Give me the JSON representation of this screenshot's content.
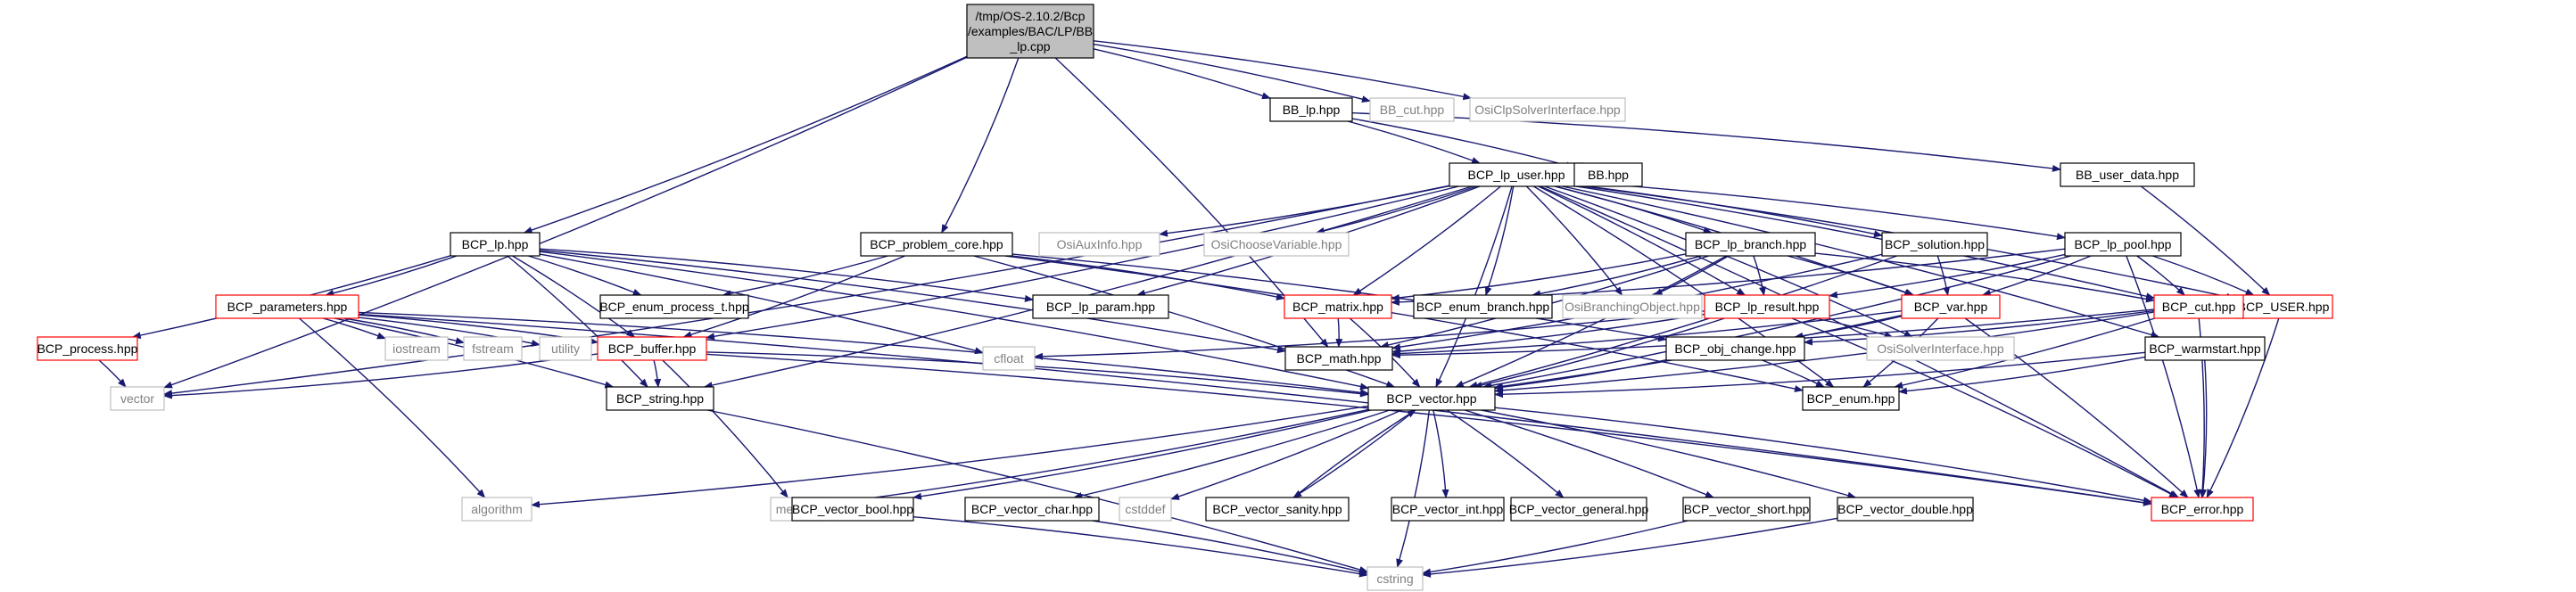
{
  "graph": {
    "colors": {
      "edge": "#191970",
      "normal_border": "#000000",
      "link_border": "#ff0000",
      "external_border": "#bfbfbf",
      "external_text": "#808080",
      "root_fill": "#bfbfbf",
      "fill": "#ffffff"
    },
    "nodes": [
      {
        "id": "root",
        "lines": [
          "/tmp/OS-2.10.2/Bcp",
          "/examples/BAC/LP/BB",
          "_lp.cpp"
        ],
        "kind": "root"
      },
      {
        "id": "bb_lp",
        "lines": [
          "BB_lp.hpp"
        ],
        "kind": "normal"
      },
      {
        "id": "bb_cut",
        "lines": [
          "BB_cut.hpp"
        ],
        "kind": "external"
      },
      {
        "id": "osiclp",
        "lines": [
          "OsiClpSolverInterface.hpp"
        ],
        "kind": "external"
      },
      {
        "id": "lp_user",
        "lines": [
          "BCP_lp_user.hpp"
        ],
        "kind": "normal"
      },
      {
        "id": "bb",
        "lines": [
          "BB.hpp"
        ],
        "kind": "normal"
      },
      {
        "id": "bb_user_data",
        "lines": [
          "BB_user_data.hpp"
        ],
        "kind": "normal"
      },
      {
        "id": "bcp_lp",
        "lines": [
          "BCP_lp.hpp"
        ],
        "kind": "normal"
      },
      {
        "id": "problem_core",
        "lines": [
          "BCP_problem_core.hpp"
        ],
        "kind": "normal"
      },
      {
        "id": "osiauxinfo",
        "lines": [
          "OsiAuxInfo.hpp"
        ],
        "kind": "external"
      },
      {
        "id": "osichoose",
        "lines": [
          "OsiChooseVariable.hpp"
        ],
        "kind": "external"
      },
      {
        "id": "lp_branch",
        "lines": [
          "BCP_lp_branch.hpp"
        ],
        "kind": "normal"
      },
      {
        "id": "solution",
        "lines": [
          "BCP_solution.hpp"
        ],
        "kind": "normal"
      },
      {
        "id": "lp_pool",
        "lines": [
          "BCP_lp_pool.hpp"
        ],
        "kind": "normal"
      },
      {
        "id": "bcp_user",
        "lines": [
          "BCP_USER.hpp"
        ],
        "kind": "link"
      },
      {
        "id": "parameters",
        "lines": [
          "BCP_parameters.hpp"
        ],
        "kind": "link"
      },
      {
        "id": "enum_process",
        "lines": [
          "BCP_enum_process_t.hpp"
        ],
        "kind": "normal"
      },
      {
        "id": "lp_param",
        "lines": [
          "BCP_lp_param.hpp"
        ],
        "kind": "normal"
      },
      {
        "id": "matrix",
        "lines": [
          "BCP_matrix.hpp"
        ],
        "kind": "link"
      },
      {
        "id": "enum_branch",
        "lines": [
          "BCP_enum_branch.hpp"
        ],
        "kind": "normal"
      },
      {
        "id": "osibranching",
        "lines": [
          "OsiBranchingObject.hpp"
        ],
        "kind": "external"
      },
      {
        "id": "lp_result",
        "lines": [
          "BCP_lp_result.hpp"
        ],
        "kind": "link"
      },
      {
        "id": "var",
        "lines": [
          "BCP_var.hpp"
        ],
        "kind": "link"
      },
      {
        "id": "cut",
        "lines": [
          "BCP_cut.hpp"
        ],
        "kind": "link"
      },
      {
        "id": "process",
        "lines": [
          "BCP_process.hpp"
        ],
        "kind": "link"
      },
      {
        "id": "iostream",
        "lines": [
          "iostream"
        ],
        "kind": "external"
      },
      {
        "id": "fstream",
        "lines": [
          "fstream"
        ],
        "kind": "external"
      },
      {
        "id": "utility",
        "lines": [
          "utility"
        ],
        "kind": "external"
      },
      {
        "id": "buffer",
        "lines": [
          "BCP_buffer.hpp"
        ],
        "kind": "link"
      },
      {
        "id": "cfloat",
        "lines": [
          "cfloat"
        ],
        "kind": "external"
      },
      {
        "id": "math",
        "lines": [
          "BCP_math.hpp"
        ],
        "kind": "normal"
      },
      {
        "id": "obj_change",
        "lines": [
          "BCP_obj_change.hpp"
        ],
        "kind": "normal"
      },
      {
        "id": "osisolver",
        "lines": [
          "OsiSolverInterface.hpp"
        ],
        "kind": "external"
      },
      {
        "id": "warmstart",
        "lines": [
          "BCP_warmstart.hpp"
        ],
        "kind": "normal"
      },
      {
        "id": "vector",
        "lines": [
          "vector"
        ],
        "kind": "external"
      },
      {
        "id": "string",
        "lines": [
          "BCP_string.hpp"
        ],
        "kind": "normal"
      },
      {
        "id": "bcp_vector",
        "lines": [
          "BCP_vector.hpp"
        ],
        "kind": "normal"
      },
      {
        "id": "enum",
        "lines": [
          "BCP_enum.hpp"
        ],
        "kind": "normal"
      },
      {
        "id": "algorithm",
        "lines": [
          "algorithm"
        ],
        "kind": "external"
      },
      {
        "id": "memory",
        "lines": [
          "memory"
        ],
        "kind": "external"
      },
      {
        "id": "vec_bool",
        "lines": [
          "BCP_vector_bool.hpp"
        ],
        "kind": "normal"
      },
      {
        "id": "vec_char",
        "lines": [
          "BCP_vector_char.hpp"
        ],
        "kind": "normal"
      },
      {
        "id": "cstddef",
        "lines": [
          "cstddef"
        ],
        "kind": "external"
      },
      {
        "id": "vec_sanity",
        "lines": [
          "BCP_vector_sanity.hpp"
        ],
        "kind": "normal"
      },
      {
        "id": "vec_int",
        "lines": [
          "BCP_vector_int.hpp"
        ],
        "kind": "normal"
      },
      {
        "id": "vec_general",
        "lines": [
          "BCP_vector_general.hpp"
        ],
        "kind": "normal"
      },
      {
        "id": "vec_short",
        "lines": [
          "BCP_vector_short.hpp"
        ],
        "kind": "normal"
      },
      {
        "id": "vec_double",
        "lines": [
          "BCP_vector_double.hpp"
        ],
        "kind": "normal"
      },
      {
        "id": "error",
        "lines": [
          "BCP_error.hpp"
        ],
        "kind": "link"
      },
      {
        "id": "cstring",
        "lines": [
          "cstring"
        ],
        "kind": "external"
      }
    ],
    "edges": [
      [
        "root",
        "bb_lp"
      ],
      [
        "root",
        "bb_cut"
      ],
      [
        "root",
        "osiclp"
      ],
      [
        "root",
        "bcp_lp"
      ],
      [
        "root",
        "problem_core"
      ],
      [
        "root",
        "vector"
      ],
      [
        "root",
        "math"
      ],
      [
        "bb_lp",
        "lp_user"
      ],
      [
        "bb_lp",
        "bb"
      ],
      [
        "bb_lp",
        "bb_user_data"
      ],
      [
        "bb_user_data",
        "bcp_user"
      ],
      [
        "lp_user",
        "osiauxinfo"
      ],
      [
        "lp_user",
        "osichoose"
      ],
      [
        "lp_user",
        "lp_branch"
      ],
      [
        "lp_user",
        "solution"
      ],
      [
        "lp_user",
        "lp_pool"
      ],
      [
        "lp_user",
        "bcp_user"
      ],
      [
        "lp_user",
        "vector"
      ],
      [
        "lp_user",
        "lp_param"
      ],
      [
        "lp_user",
        "matrix"
      ],
      [
        "lp_user",
        "enum_branch"
      ],
      [
        "lp_user",
        "osibranching"
      ],
      [
        "lp_user",
        "lp_result"
      ],
      [
        "lp_user",
        "var"
      ],
      [
        "lp_user",
        "cut"
      ],
      [
        "lp_user",
        "buffer"
      ],
      [
        "lp_user",
        "string"
      ],
      [
        "lp_user",
        "bcp_vector"
      ],
      [
        "lp_user",
        "warmstart"
      ],
      [
        "lp_user",
        "osisolver"
      ],
      [
        "lp_user",
        "enum"
      ],
      [
        "lp_user",
        "error"
      ],
      [
        "bcp_lp",
        "process"
      ],
      [
        "bcp_lp",
        "parameters"
      ],
      [
        "bcp_lp",
        "enum_process"
      ],
      [
        "bcp_lp",
        "lp_param"
      ],
      [
        "bcp_lp",
        "buffer"
      ],
      [
        "bcp_lp",
        "string"
      ],
      [
        "bcp_lp",
        "bcp_vector"
      ],
      [
        "bcp_lp",
        "cfloat"
      ],
      [
        "bcp_lp",
        "math"
      ],
      [
        "problem_core",
        "enum_process"
      ],
      [
        "problem_core",
        "matrix"
      ],
      [
        "problem_core",
        "buffer"
      ],
      [
        "problem_core",
        "bcp_vector"
      ],
      [
        "problem_core",
        "enum"
      ],
      [
        "problem_core",
        "obj_change"
      ],
      [
        "parameters",
        "iostream"
      ],
      [
        "parameters",
        "fstream"
      ],
      [
        "parameters",
        "utility"
      ],
      [
        "parameters",
        "algorithm"
      ],
      [
        "parameters",
        "buffer"
      ],
      [
        "parameters",
        "string"
      ],
      [
        "parameters",
        "bcp_vector"
      ],
      [
        "parameters",
        "error"
      ],
      [
        "process",
        "vector"
      ],
      [
        "lp_branch",
        "matrix"
      ],
      [
        "lp_branch",
        "enum_branch"
      ],
      [
        "lp_branch",
        "osibranching"
      ],
      [
        "lp_branch",
        "lp_result"
      ],
      [
        "lp_branch",
        "var"
      ],
      [
        "lp_branch",
        "cut"
      ],
      [
        "lp_branch",
        "bcp_vector"
      ],
      [
        "lp_branch",
        "math"
      ],
      [
        "solution",
        "var"
      ],
      [
        "solution",
        "bcp_vector"
      ],
      [
        "solution",
        "math"
      ],
      [
        "lp_pool",
        "matrix"
      ],
      [
        "lp_pool",
        "lp_result"
      ],
      [
        "lp_pool",
        "var"
      ],
      [
        "lp_pool",
        "cut"
      ],
      [
        "lp_pool",
        "bcp_vector"
      ],
      [
        "lp_pool",
        "error"
      ],
      [
        "lp_pool",
        "bcp_user"
      ],
      [
        "bcp_user",
        "error"
      ],
      [
        "matrix",
        "math"
      ],
      [
        "matrix",
        "bcp_vector"
      ],
      [
        "lp_result",
        "cfloat"
      ],
      [
        "lp_result",
        "math"
      ],
      [
        "lp_result",
        "osisolver"
      ],
      [
        "lp_result",
        "bcp_vector"
      ],
      [
        "lp_result",
        "error"
      ],
      [
        "var",
        "math"
      ],
      [
        "var",
        "obj_change"
      ],
      [
        "var",
        "bcp_vector"
      ],
      [
        "var",
        "enum"
      ],
      [
        "var",
        "error"
      ],
      [
        "cut",
        "math"
      ],
      [
        "cut",
        "obj_change"
      ],
      [
        "cut",
        "bcp_vector"
      ],
      [
        "cut",
        "enum"
      ],
      [
        "cut",
        "error"
      ],
      [
        "obj_change",
        "bcp_vector"
      ],
      [
        "obj_change",
        "enum"
      ],
      [
        "warmstart",
        "bcp_vector"
      ],
      [
        "warmstart",
        "enum"
      ],
      [
        "warmstart",
        "error"
      ],
      [
        "buffer",
        "vector"
      ],
      [
        "buffer",
        "string"
      ],
      [
        "buffer",
        "memory"
      ],
      [
        "buffer",
        "bcp_vector"
      ],
      [
        "buffer",
        "error"
      ],
      [
        "string",
        "cstring"
      ],
      [
        "bcp_vector",
        "algorithm"
      ],
      [
        "bcp_vector",
        "memory"
      ],
      [
        "bcp_vector",
        "vec_bool"
      ],
      [
        "bcp_vector",
        "vec_char"
      ],
      [
        "bcp_vector",
        "cstddef"
      ],
      [
        "bcp_vector",
        "vec_sanity"
      ],
      [
        "bcp_vector",
        "vec_int"
      ],
      [
        "bcp_vector",
        "vec_general"
      ],
      [
        "bcp_vector",
        "vec_short"
      ],
      [
        "bcp_vector",
        "vec_double"
      ],
      [
        "bcp_vector",
        "error"
      ],
      [
        "bcp_vector",
        "cstring"
      ],
      [
        "vec_bool",
        "cstring"
      ],
      [
        "vec_char",
        "cstring"
      ],
      [
        "vec_sanity",
        "bcp_vector"
      ],
      [
        "vec_short",
        "cstring"
      ],
      [
        "vec_double",
        "cstring"
      ]
    ]
  }
}
